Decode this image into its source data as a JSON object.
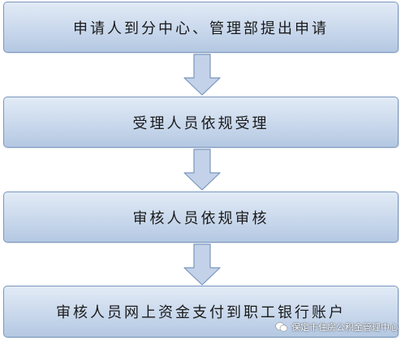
{
  "steps": [
    "申请人到分中心、管理部提出申请",
    "受理人员依规受理",
    "审核人员依规审核",
    "审核人员网上资金支付到职工银行账户"
  ],
  "watermark": "保定市住房公积金管理中心",
  "colors": {
    "box_top": "#e2ebf6",
    "box_bottom": "#b4c8e2",
    "box_border": "#7a96be",
    "arrow_fill": "#c3d2e8",
    "arrow_stroke": "#7a96be"
  }
}
